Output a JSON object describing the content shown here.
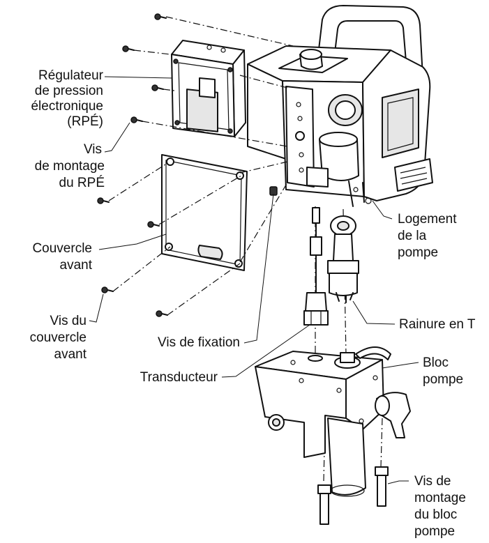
{
  "labels": {
    "epr": [
      "Régulateur",
      "de pression",
      "électronique",
      "(RPÉ)"
    ],
    "epr_screws": [
      "Vis",
      "de montage",
      "du RPÉ"
    ],
    "front_cover": [
      "Couvercle",
      "avant"
    ],
    "cover_screws": [
      "Vis du",
      "couvercle",
      "avant"
    ],
    "set_screw": [
      "Vis de fixation"
    ],
    "transducer": [
      "Transducteur"
    ],
    "pump_housing": [
      "Logement",
      "de la",
      "pompe"
    ],
    "t_slot": [
      "Rainure en T"
    ],
    "pump_block": [
      "Bloc",
      "pompe"
    ],
    "block_screws": [
      "Vis de",
      "montage",
      "du bloc",
      "pompe"
    ]
  }
}
